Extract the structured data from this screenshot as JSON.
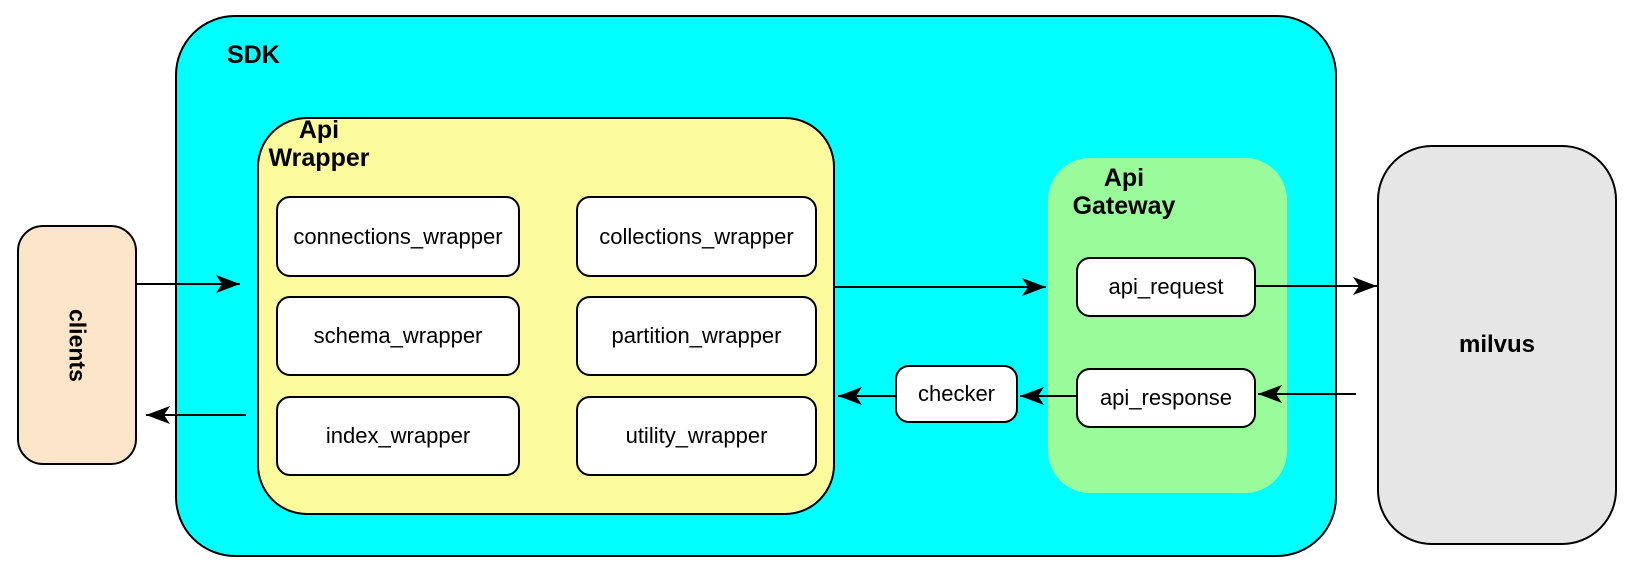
{
  "colors": {
    "background": "#ffffff",
    "sdk-fill": "#00ffff",
    "api-wrapper-fill": "#fbfb9d",
    "api-gateway-fill": "#9afb9a",
    "clients-fill": "#fce5c8",
    "milvus-fill": "#e6e6e6",
    "node-fill": "#ffffff",
    "line": "#000000"
  },
  "containers": {
    "sdk": {
      "label": "SDK"
    },
    "api_wrapper": {
      "label": "Api Wrapper"
    },
    "api_gateway": {
      "label": "Api Gateway"
    }
  },
  "nodes": {
    "clients": {
      "label": "clients"
    },
    "milvus": {
      "label": "milvus"
    },
    "checker": {
      "label": "checker"
    },
    "api_request": {
      "label": "api_request"
    },
    "api_response": {
      "label": "api_response"
    },
    "wrappers": [
      {
        "label": "connections_wrapper"
      },
      {
        "label": "collections_wrapper"
      },
      {
        "label": "schema_wrapper"
      },
      {
        "label": "partition_wrapper"
      },
      {
        "label": "index_wrapper"
      },
      {
        "label": "utility_wrapper"
      }
    ]
  },
  "edges": [
    {
      "from": "clients",
      "to": "sdk"
    },
    {
      "from": "sdk",
      "to": "clients"
    },
    {
      "from": "api_wrapper",
      "to": "api_gateway"
    },
    {
      "from": "api_request",
      "to": "milvus"
    },
    {
      "from": "milvus",
      "to": "api_response"
    },
    {
      "from": "api_response",
      "to": "checker"
    },
    {
      "from": "checker",
      "to": "api_wrapper"
    }
  ]
}
